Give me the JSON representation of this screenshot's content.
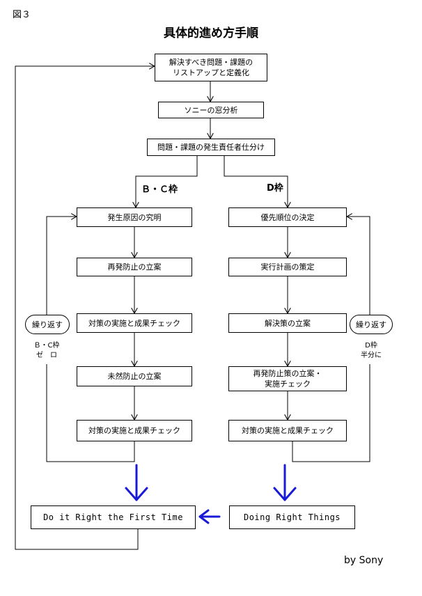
{
  "figure_label": "図３",
  "title": "具体的進め方手順",
  "steps": {
    "top1": "解決すべき問題・課題の\nリストアップと定義化",
    "top2": "ソニーの窓分析",
    "top3": "問題・課題の発生責任者仕分け"
  },
  "branches": {
    "left_label": "Ｂ・Ｃ枠",
    "right_label": "D枠"
  },
  "left_steps": [
    "発生原因の究明",
    "再発防止の立案",
    "対策の実施と成果チェック",
    "未然防止の立案",
    "対策の実施と成果チェック"
  ],
  "right_steps": [
    "優先順位の決定",
    "実行計画の策定",
    "解決策の立案",
    "再発防止策の立案・\n実施チェック",
    "対策の実施と成果チェック"
  ],
  "loops": {
    "left": {
      "pill": "繰り返す",
      "goal": "Ｂ・C枠\nゼ　ロ"
    },
    "right": {
      "pill": "繰り返す",
      "goal": "D枠\n半分に"
    }
  },
  "outcomes": {
    "left": "Do it Right the First Time",
    "right": "Doing Right Things"
  },
  "credit": "by Sony",
  "colors": {
    "line": "#000000",
    "accent_arrow": "#1a1ad6",
    "background": "#ffffff"
  }
}
